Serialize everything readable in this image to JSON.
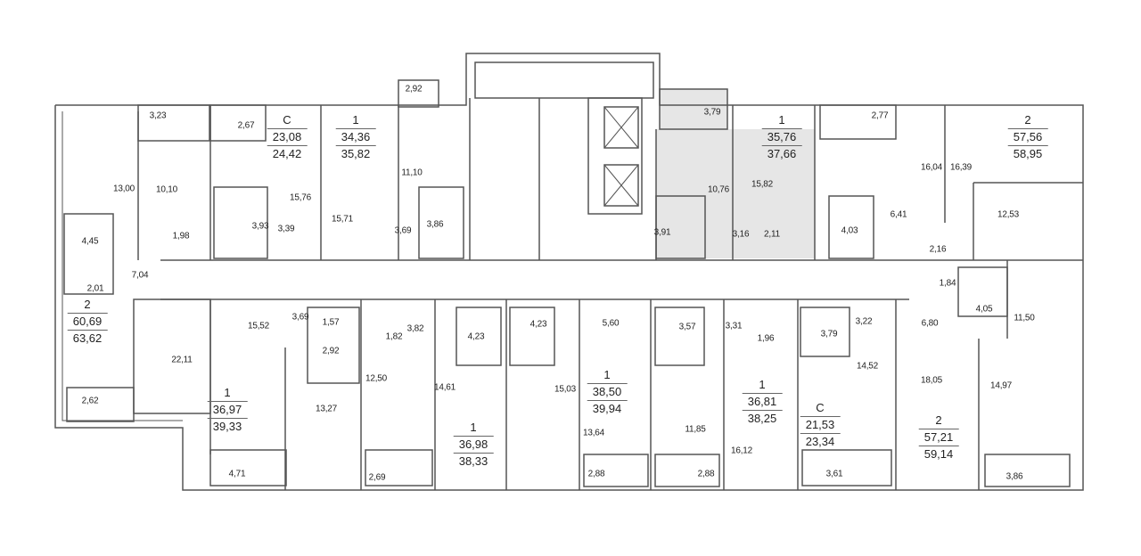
{
  "colors": {
    "wall": "#555555",
    "highlight": "#e6e6e6",
    "background": "#ffffff"
  },
  "apartments": [
    {
      "type": "С",
      "living_area": "23,08",
      "total_area": "24,42"
    },
    {
      "type": "1",
      "living_area": "34,36",
      "total_area": "35,82"
    },
    {
      "type": "1",
      "living_area": "35,76",
      "total_area": "37,66",
      "highlighted": true
    },
    {
      "type": "2",
      "living_area": "57,56",
      "total_area": "58,95"
    },
    {
      "type": "2",
      "living_area": "60,69",
      "total_area": "63,62"
    },
    {
      "type": "1",
      "living_area": "36,97",
      "total_area": "39,33"
    },
    {
      "type": "1",
      "living_area": "36,98",
      "total_area": "38,33"
    },
    {
      "type": "1",
      "living_area": "38,50",
      "total_area": "39,94"
    },
    {
      "type": "1",
      "living_area": "36,81",
      "total_area": "38,25"
    },
    {
      "type": "С",
      "living_area": "21,53",
      "total_area": "23,34"
    },
    {
      "type": "2",
      "living_area": "57,21",
      "total_area": "59,14"
    }
  ],
  "rooms": [
    "3,23",
    "2,67",
    "2,92",
    "13,00",
    "10,10",
    "1,98",
    "4,45",
    "7,04",
    "2,01",
    "15,76",
    "3,93",
    "3,39",
    "15,71",
    "11,10",
    "3,69",
    "3,86",
    "3,79",
    "10,76",
    "15,82",
    "3,91",
    "3,16",
    "2,11",
    "2,77",
    "16,04",
    "16,39",
    "6,41",
    "12,53",
    "4,03",
    "2,16",
    "22,11",
    "2,62",
    "15,52",
    "3,69",
    "1,57",
    "2,92",
    "4,71",
    "13,27",
    "1,82",
    "3,82",
    "12,50",
    "2,69",
    "4,23",
    "4,23",
    "14,61",
    "15,03",
    "13,64",
    "5,60",
    "2,88",
    "3,57",
    "11,85",
    "2,88",
    "3,31",
    "1,96",
    "16,12",
    "3,79",
    "3,22",
    "14,52",
    "3,61",
    "1,84",
    "4,05",
    "6,80",
    "11,50",
    "18,05",
    "14,97",
    "3,86"
  ]
}
